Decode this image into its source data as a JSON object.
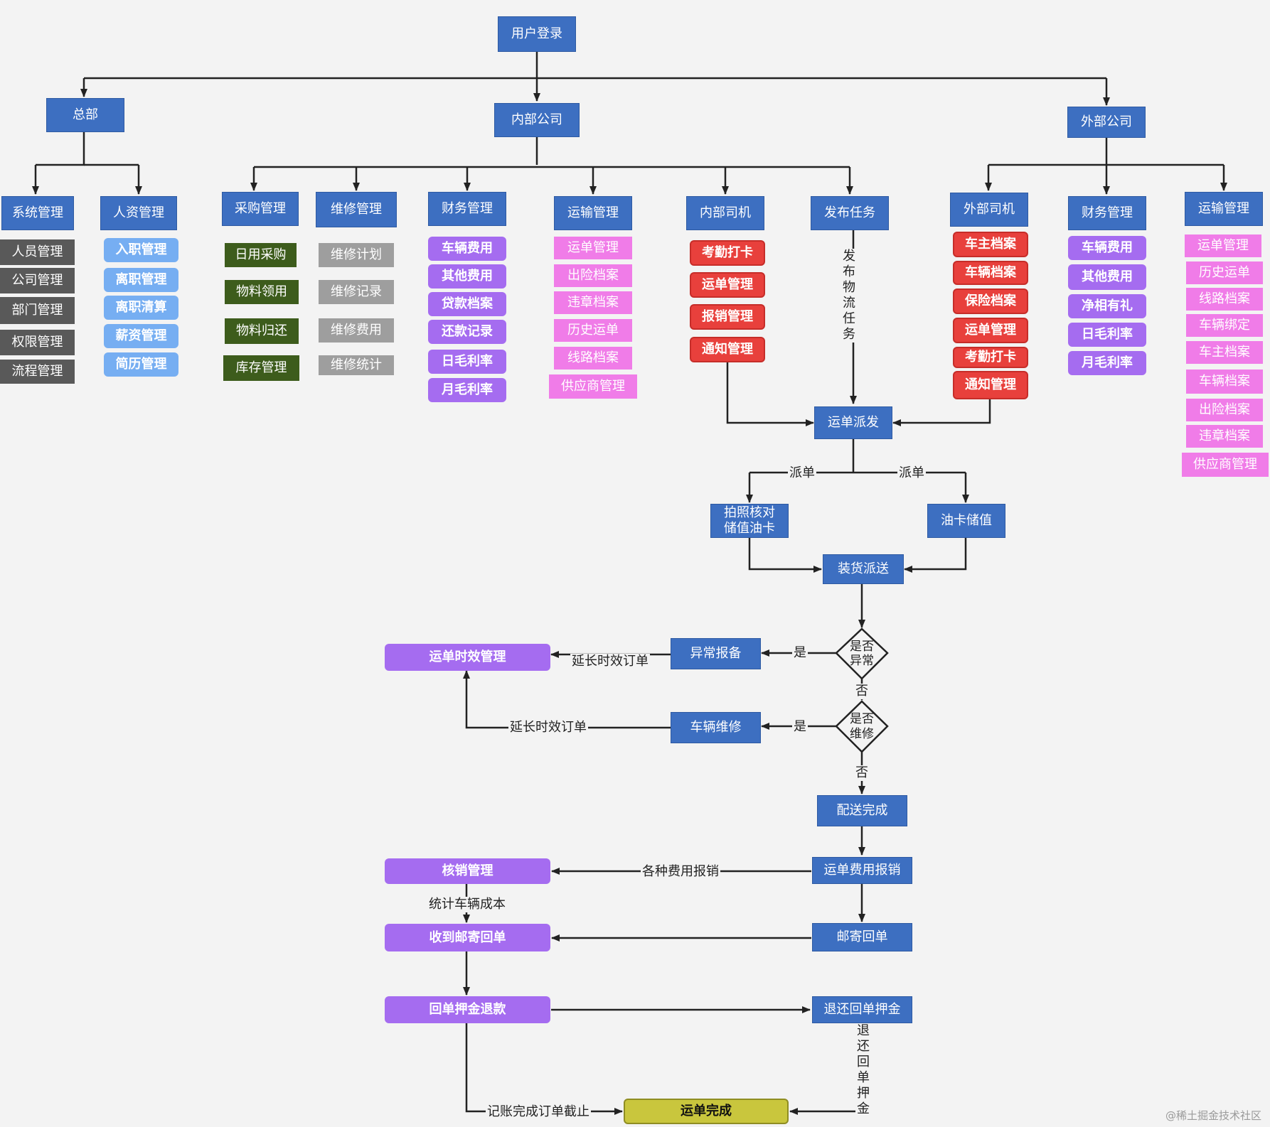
{
  "top": {
    "login": "用户登录",
    "hq": "总部",
    "internal": "内部公司",
    "external": "外部公司"
  },
  "hq_groups": [
    {
      "title": "系统管理",
      "items": [
        "人员管理",
        "公司管理",
        "部门管理",
        "权限管理",
        "流程管理"
      ]
    },
    {
      "title": "人资管理",
      "items": [
        "入职管理",
        "离职管理",
        "离职清算",
        "薪资管理",
        "简历管理"
      ]
    }
  ],
  "internal_groups": [
    {
      "title": "采购管理",
      "items": [
        "日用采购",
        "物料领用",
        "物料归还",
        "库存管理"
      ]
    },
    {
      "title": "维修管理",
      "items": [
        "维修计划",
        "维修记录",
        "维修费用",
        "维修统计"
      ]
    },
    {
      "title": "财务管理",
      "items": [
        "车辆费用",
        "其他费用",
        "贷款档案",
        "还款记录",
        "日毛利率",
        "月毛利率"
      ]
    },
    {
      "title": "运输管理",
      "items": [
        "运单管理",
        "出险档案",
        "违章档案",
        "历史运单",
        "线路档案",
        "供应商管理"
      ]
    },
    {
      "title": "内部司机",
      "items": [
        "考勤打卡",
        "运单管理",
        "报销管理",
        "通知管理"
      ]
    },
    {
      "title": "发布任务",
      "items": []
    }
  ],
  "external_groups": [
    {
      "title": "外部司机",
      "items": [
        "车主档案",
        "车辆档案",
        "保险档案",
        "运单管理",
        "考勤打卡",
        "通知管理"
      ]
    },
    {
      "title": "财务管理",
      "items": [
        "车辆费用",
        "其他费用",
        "净相有礼",
        "日毛利率",
        "月毛利率"
      ]
    },
    {
      "title": "运输管理",
      "items": [
        "运单管理",
        "历史运单",
        "线路档案",
        "车辆绑定",
        "车主档案",
        "车辆档案",
        "出险档案",
        "违章档案",
        "供应商管理"
      ]
    }
  ],
  "flow": {
    "dispatch": "运单派发",
    "photo_check": "拍照核对\n储值油卡",
    "fuel_card": "油卡储值",
    "loading": "装货派送",
    "is_abnormal": "是否\n异常",
    "abnormal_report": "异常报备",
    "timeliness": "运单时效管理",
    "is_repair": "是否\n维修",
    "vehicle_repair": "车辆维修",
    "delivered": "配送完成",
    "expense_claim": "运单费用报销",
    "write_off": "核销管理",
    "mail_receipt": "邮寄回单",
    "receive_receipt": "收到邮寄回单",
    "deposit_refund": "回单押金退款",
    "return_deposit": "退还回单押金",
    "complete": "运单完成"
  },
  "labels": {
    "publish": "发布物流任务",
    "dispatch_left": "派单",
    "dispatch_right": "派单",
    "yes1": "是",
    "yes2": "是",
    "no1": "否",
    "no2": "否",
    "extend1": "延长时效订单",
    "extend2": "延长时效订单",
    "fees": "各种费用报销",
    "stat_cost": "统计车辆成本",
    "return_vert": "退还回单押金",
    "record": "记账完成订单截止"
  },
  "watermark": "@稀土掘金技术社区"
}
